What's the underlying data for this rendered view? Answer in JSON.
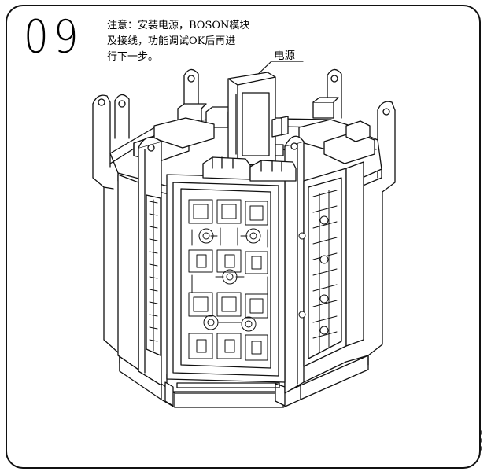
{
  "step": {
    "number": "09"
  },
  "instruction": {
    "lines": [
      "注意：安装电源，BOSON模块",
      "及接线，功能调试OK后再进",
      "行下一步。"
    ]
  },
  "callout": {
    "label": "电源"
  }
}
